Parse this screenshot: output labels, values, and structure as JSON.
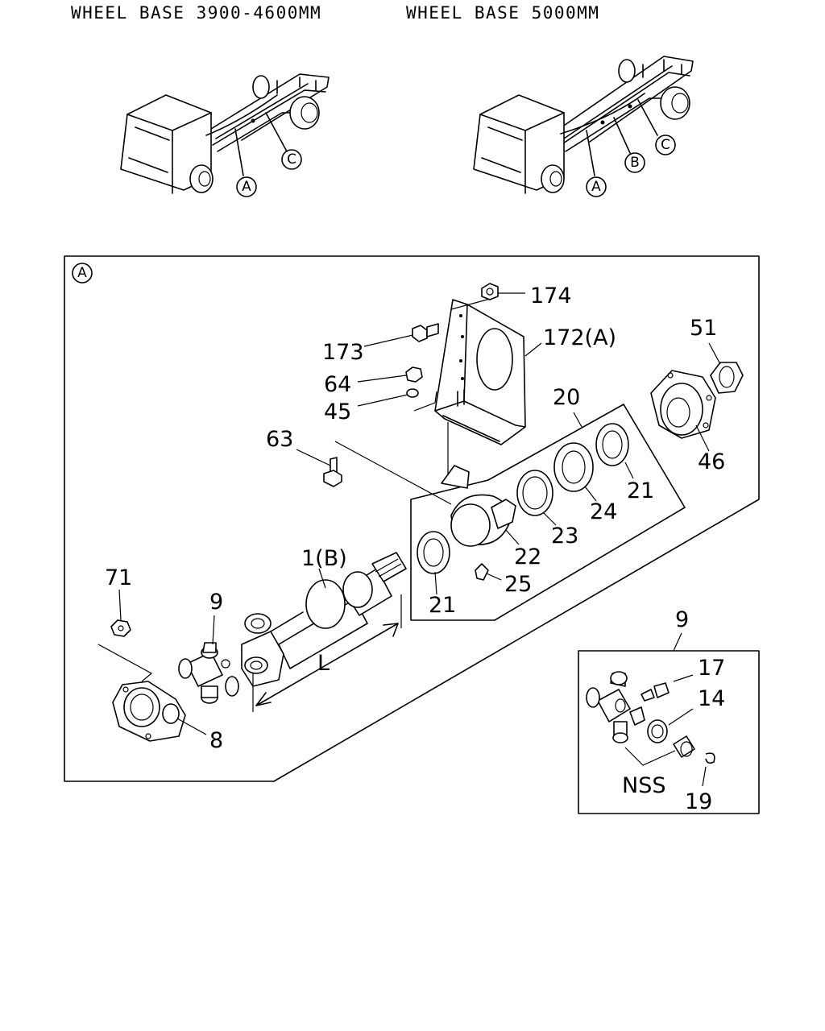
{
  "header": {
    "left_title": "WHEEL BASE 3900-4600MM",
    "right_title": "WHEEL BASE 5000MM"
  },
  "truck_left": {
    "callouts": [
      "A",
      "C"
    ]
  },
  "truck_right": {
    "callouts": [
      "A",
      "B",
      "C"
    ]
  },
  "main_panel": {
    "view_callout": "A",
    "labels": {
      "p174": "174",
      "p173": "173",
      "p172": "172(A)",
      "p64": "64",
      "p45": "45",
      "p51": "51",
      "p20": "20",
      "p46": "46",
      "p63": "63",
      "p21a": "21",
      "p24": "24",
      "p23": "23",
      "p22": "22",
      "p25": "25",
      "p21b": "21",
      "p1": "1(B)",
      "p71": "71",
      "p9": "9",
      "pL": "L",
      "p8": "8"
    }
  },
  "detail_panel": {
    "labels": {
      "p9": "9",
      "p17": "17",
      "p14": "14",
      "nss": "NSS",
      "p19": "19"
    }
  }
}
